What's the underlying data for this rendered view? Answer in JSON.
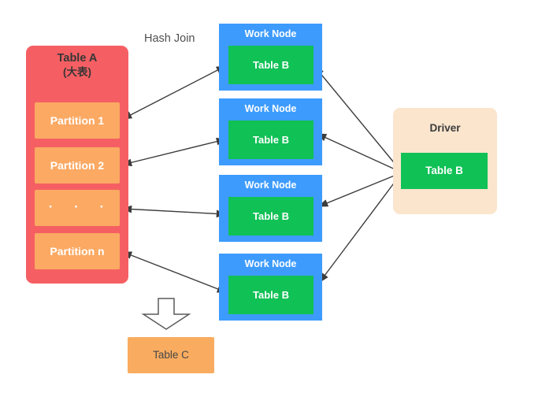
{
  "diagram_title": "Hash Join",
  "table_a": {
    "title": "Table A",
    "subtitle": "(大表)",
    "partitions": [
      "Partition 1",
      "Partition 2",
      "· · ·",
      "Partition n"
    ]
  },
  "work_nodes": [
    {
      "label": "Work Node",
      "table": "Table B"
    },
    {
      "label": "Work Node",
      "table": "Table B"
    },
    {
      "label": "Work Node",
      "table": "Table B"
    },
    {
      "label": "Work Node",
      "table": "Table B"
    }
  ],
  "driver": {
    "label": "Driver",
    "table": "Table B"
  },
  "result_table": {
    "label": "Table C"
  },
  "colors": {
    "table_a_bg": "#f55f63",
    "partition_bg": "#fba963",
    "work_node_bg": "#3d9bfd",
    "table_b_bg": "#10c156",
    "driver_bg": "#fbe5cd",
    "table_c_bg": "#f9ac60",
    "arrow": "#3c3c3c",
    "text_dark": "#363636",
    "text_light": "#ffffff"
  }
}
